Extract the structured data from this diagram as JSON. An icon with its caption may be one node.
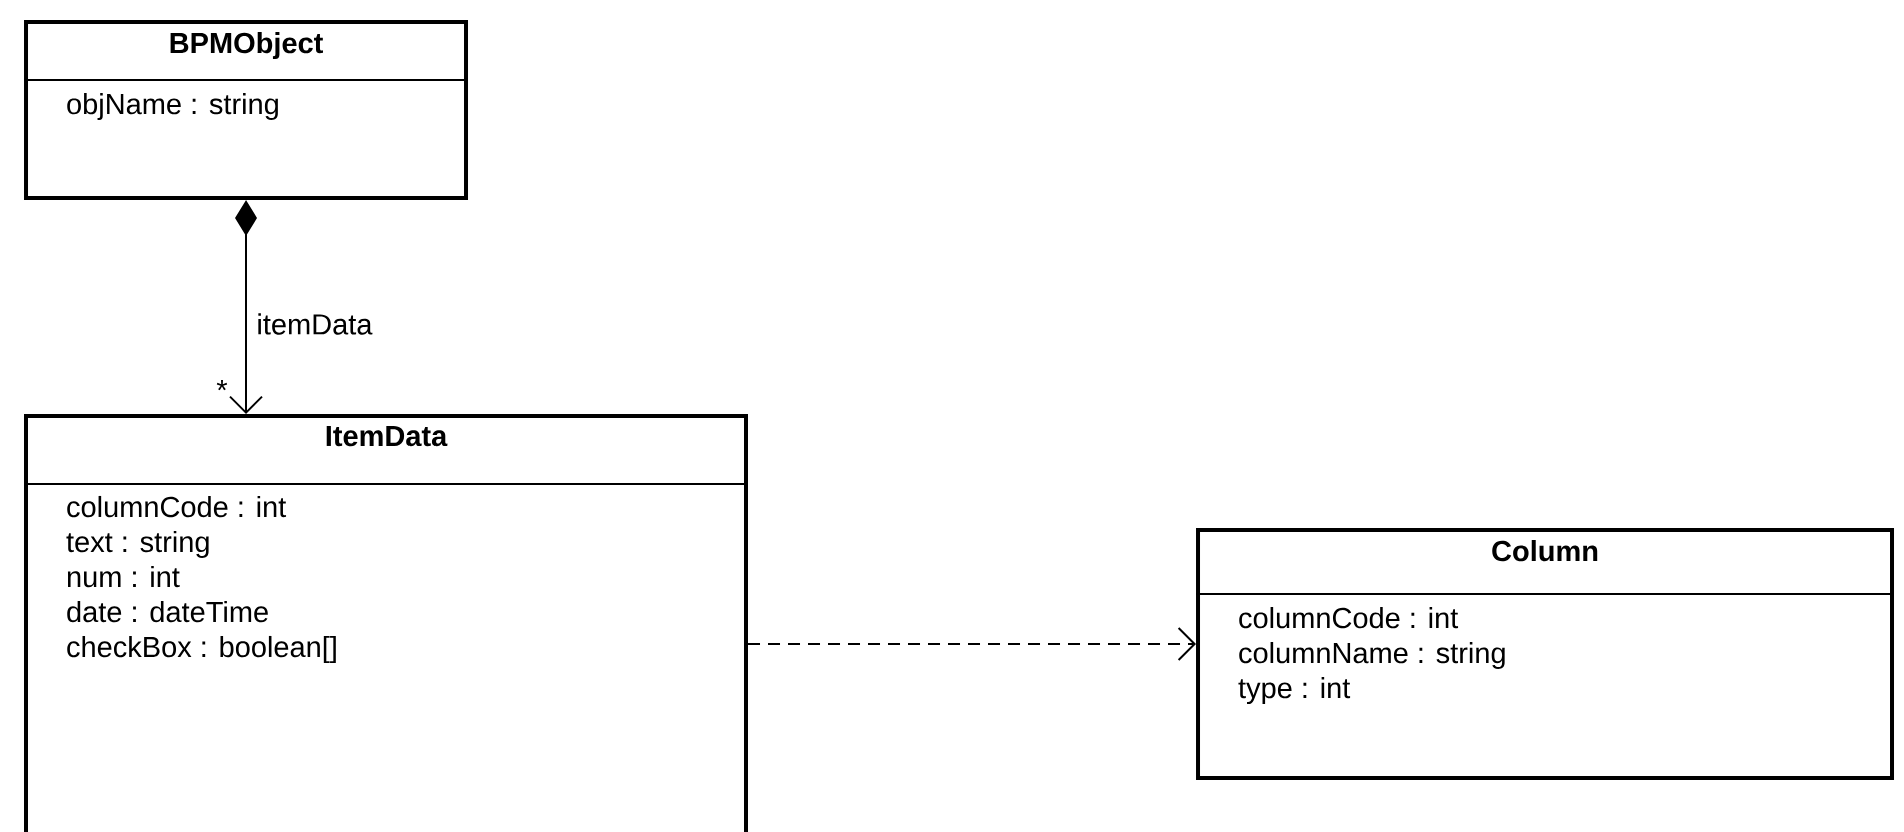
{
  "diagram": {
    "nodes": [
      {
        "text": [
          "BPMObject",
          "objName : string"
        ]
      },
      {
        "text": [
          "ItemData",
          "columnCode : int",
          "text : string",
          "num : int",
          "date : dateTime",
          "checkBox : boolean[]"
        ]
      },
      {
        "text": [
          "Column",
          "columnCode : int",
          "columnName : string",
          "type : int"
        ]
      }
    ],
    "edges": [
      {
        "from": 0,
        "to": 1,
        "arrow": "to",
        "label": "itemData"
      },
      {
        "from": 1,
        "to": 2,
        "arrow": "to",
        "style": "dashed"
      }
    ],
    "labels": [
      "*"
    ]
  }
}
